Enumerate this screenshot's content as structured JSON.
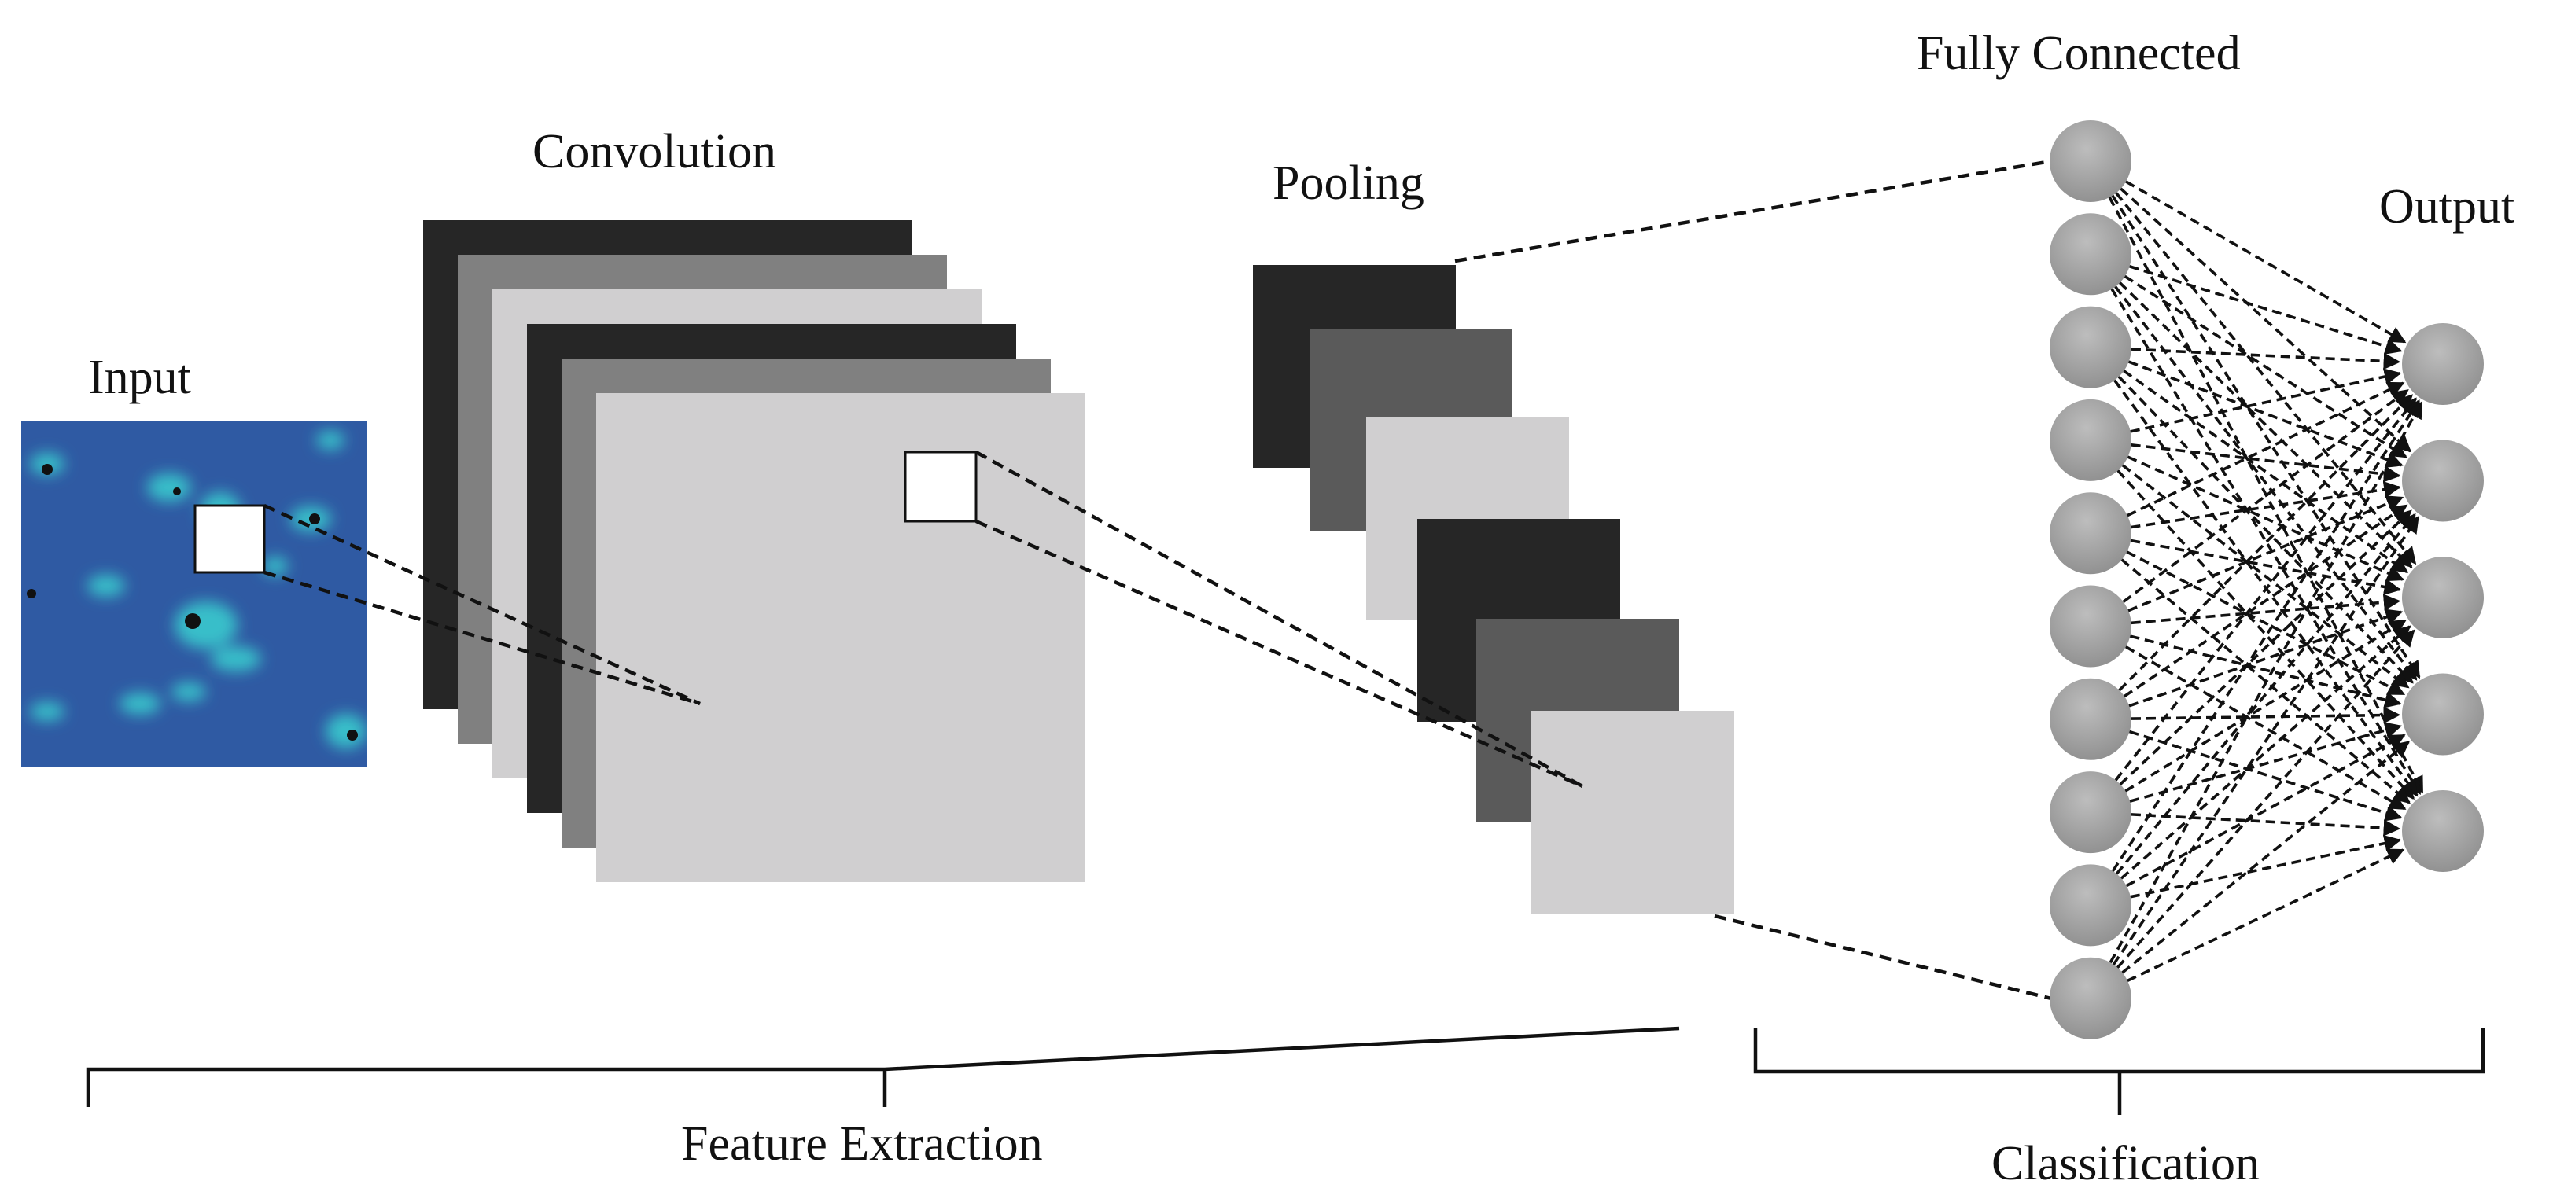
{
  "labels": {
    "input": "Input",
    "convolution": "Convolution",
    "pooling": "Pooling",
    "fully_connected": "Fully Connected",
    "output": "Output",
    "feature_extraction": "Feature Extraction",
    "classification": "Classification"
  },
  "colors": {
    "dark": "#262626",
    "mid": "#808080",
    "pool_mid": "#5a5a5a",
    "light": "#d0cfd0",
    "input_bg": "#2f5aa3",
    "input_blob": "#38d0d0",
    "node": "#a3a3a3",
    "line": "#111111"
  },
  "network": {
    "fully_connected_nodes": 10,
    "output_nodes": 5
  }
}
